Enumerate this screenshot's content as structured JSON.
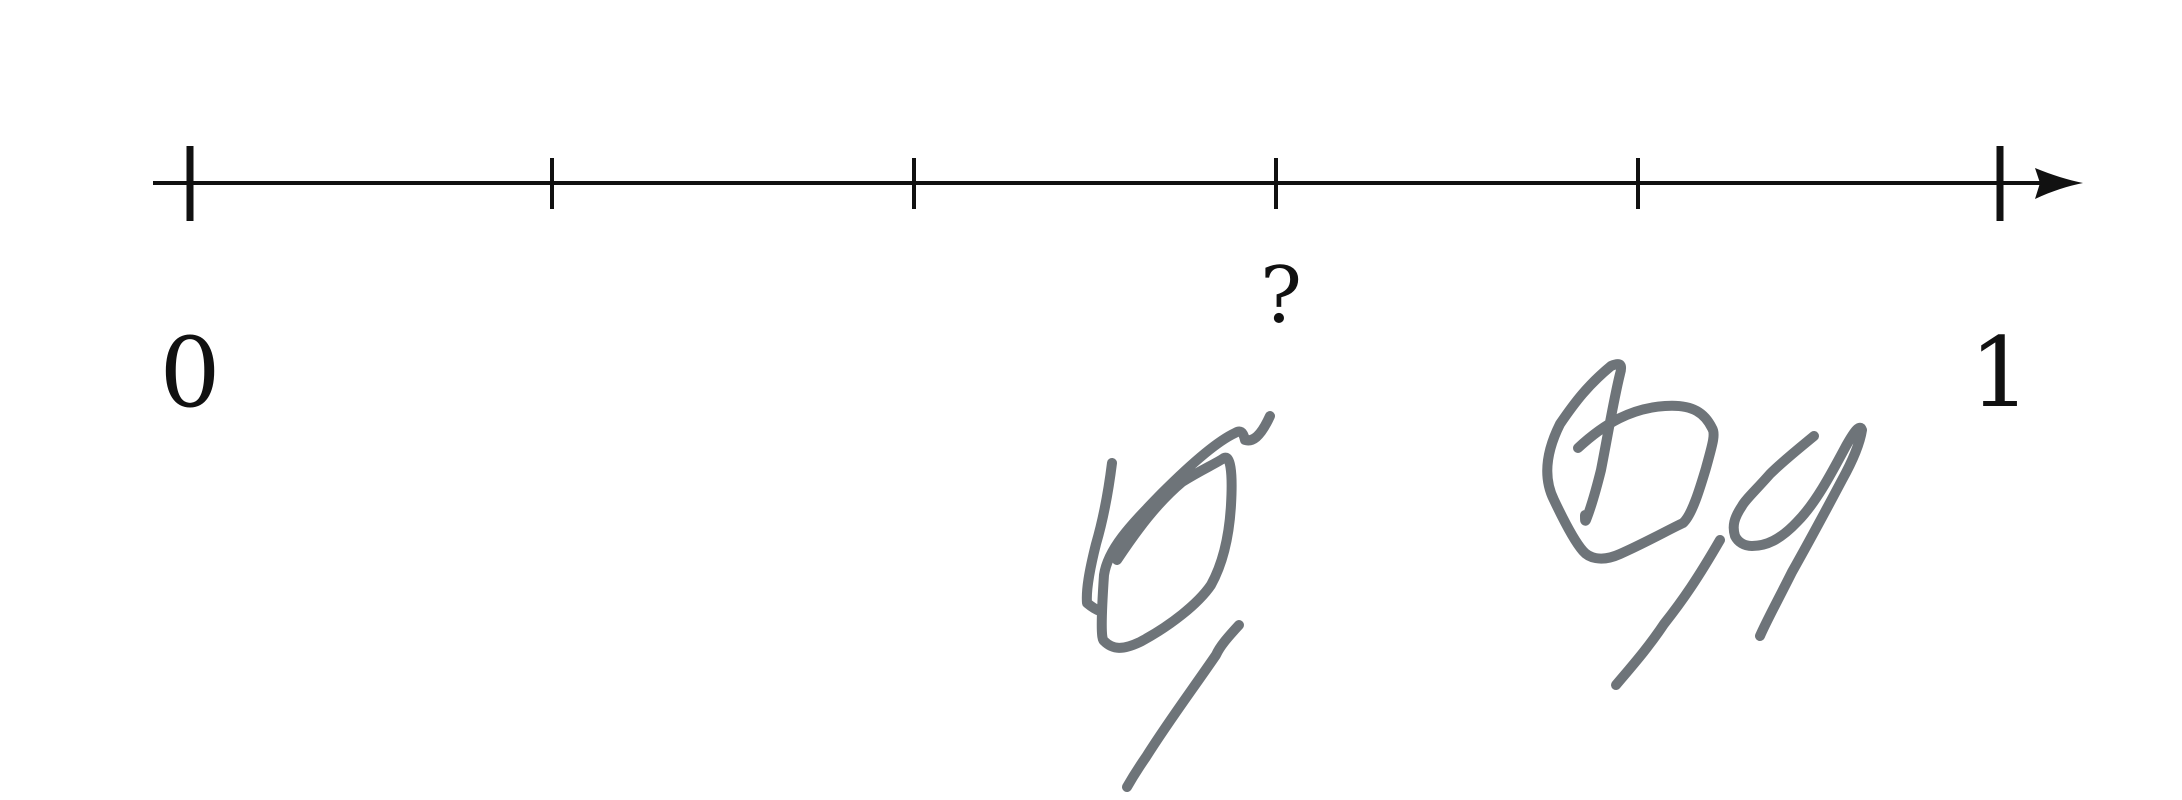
{
  "number_line": {
    "min": 0,
    "max": 1,
    "divisions": 5,
    "label_start": "0",
    "label_end": "1",
    "unknown_tick_index": 3,
    "unknown_label": "?",
    "line_color": "#111111"
  },
  "handwriting": {
    "ink_color": "#6e7479"
  }
}
